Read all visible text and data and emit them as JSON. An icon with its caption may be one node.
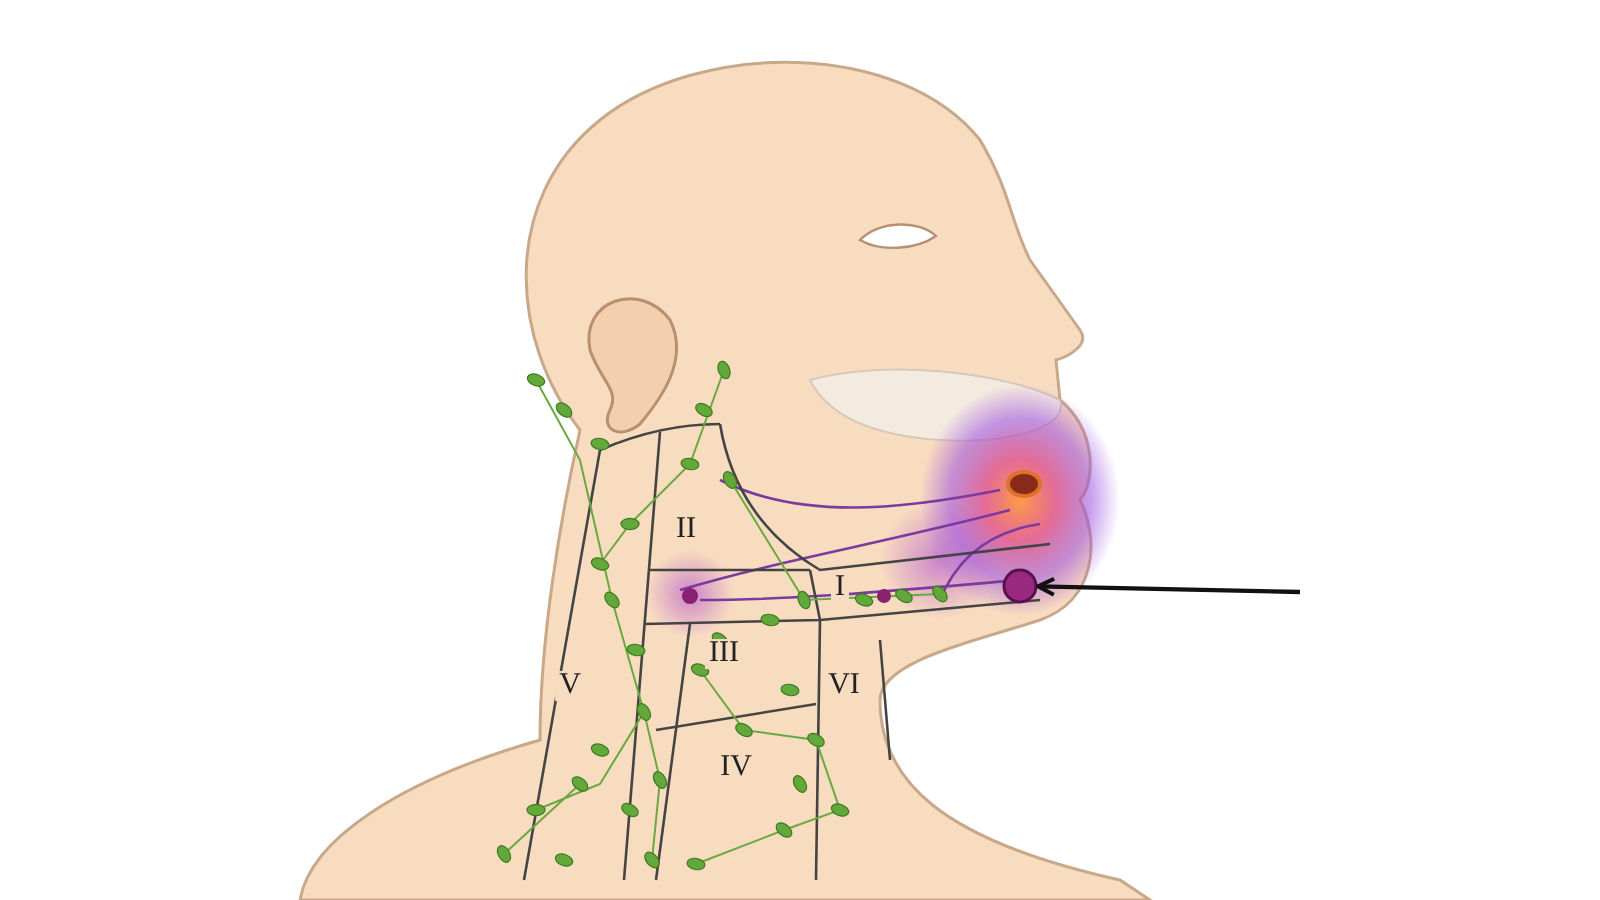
{
  "diagram": {
    "nodes": [
      {
        "text": [
          "II"
        ]
      },
      {
        "text": [
          "I"
        ]
      },
      {
        "text": [
          "III"
        ]
      },
      {
        "text": [
          "V"
        ]
      },
      {
        "text": [
          "VI"
        ]
      },
      {
        "text": [
          "IV"
        ]
      },
      {
        "text": [],
        "shape": "circle"
      }
    ],
    "edges": [
      {
        "from": null,
        "to": 6,
        "arrow": "to"
      }
    ]
  }
}
